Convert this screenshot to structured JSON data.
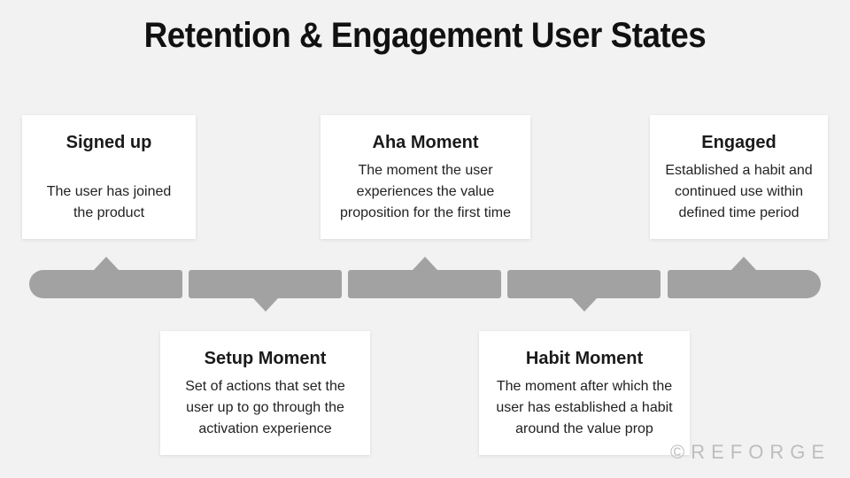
{
  "title": "Retention & Engagement User States",
  "states": [
    {
      "title": "Signed up",
      "description": "The user has joined the product",
      "position": "above"
    },
    {
      "title": "Setup Moment",
      "description": "Set of actions that set the user up to go through the activation experience",
      "position": "below"
    },
    {
      "title": "Aha Moment",
      "description": "The moment the user experiences the value proposition for the first time",
      "position": "above"
    },
    {
      "title": "Habit Moment",
      "description": "The moment after which the user has established a habit around the value prop",
      "position": "below"
    },
    {
      "title": "Engaged",
      "description": "Established a habit and continued use within defined time period",
      "position": "above"
    }
  ],
  "colors": {
    "background": "#f2f2f2",
    "timeline": "#a2a2a2",
    "card": "#ffffff",
    "watermark": "#bdbdbd"
  },
  "watermark": "©REFORGE"
}
